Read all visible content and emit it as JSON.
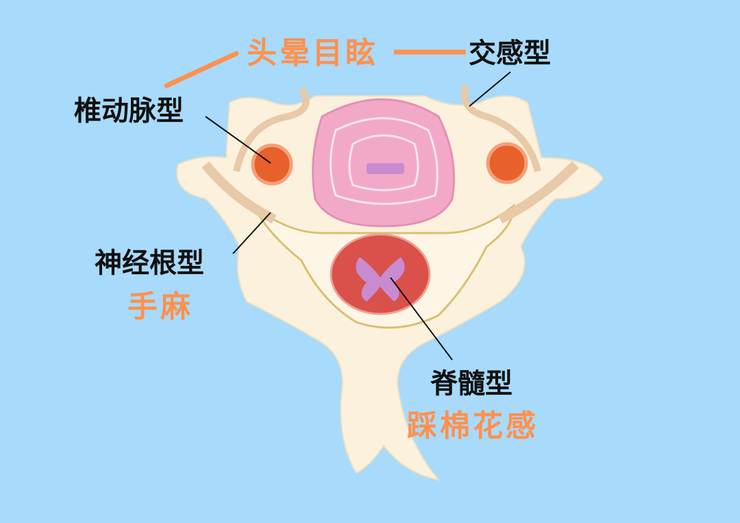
{
  "labels": {
    "dizziness": "头晕目眩",
    "sympathetic": "交感型",
    "vertebral_artery": "椎动脉型",
    "nerve_root": "神经根型",
    "hand_numbness": "手麻",
    "spinal_cord": "脊髓型",
    "cotton_feeling": "踩棉花感"
  },
  "colors": {
    "background": "#a8dafb",
    "accent": "#ff914d",
    "bone": "#fbf1dc",
    "disc": "#f2a9c8",
    "artery": "#e8602a",
    "cord": "#d9514a"
  }
}
